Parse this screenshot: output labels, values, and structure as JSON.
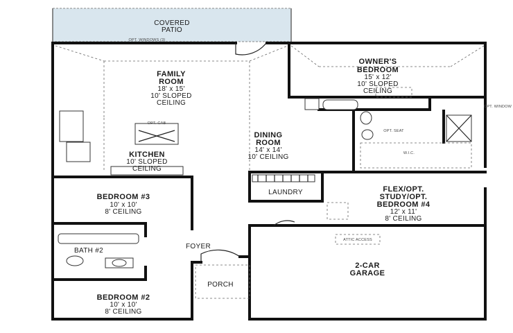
{
  "plan": {
    "covered_patio": [
      "COVERED",
      "PATIO"
    ],
    "opt_windows": "OPT. WINDOWS (3)",
    "family_room": {
      "name": "FAMILY",
      "name2": "ROOM",
      "size": "18' x 15'",
      "ceiling": "10' SLOPED",
      "ceiling2": "CEILING"
    },
    "owners_bedroom": {
      "name": "OWNER'S",
      "name2": "BEDROOM",
      "size": "15' x 12'",
      "ceiling": "10' SLOPED",
      "ceiling2": "CEILING"
    },
    "opt_window_right": "OPT. WINDOW",
    "opt_cab": "OPT. CAB",
    "dining_room": {
      "name": "DINING",
      "name2": "ROOM",
      "size": "14' x 14'",
      "ceiling": "10' CEILING"
    },
    "kitchen": {
      "name": "KITCHEN",
      "ceiling": "10' SLOPED",
      "ceiling2": "CEILING"
    },
    "opt_seat": "OPT. SEAT",
    "wic": "W.I.C.",
    "bedroom3": {
      "name": "BEDROOM #3",
      "size": "10' x 10'",
      "ceiling": "8' CEILING"
    },
    "laundry": "LAUNDRY",
    "flex": {
      "line1": "FLEX/OPT.",
      "line2": "STUDY/OPT.",
      "line3": "BEDROOM #4",
      "size": "12' x 11'",
      "ceiling": "8' CEILING"
    },
    "attic": "ATTIC ACCESS",
    "bath2": "BATH #2",
    "foyer": "FOYER",
    "garage": [
      "2-CAR",
      "GARAGE"
    ],
    "porch": "PORCH",
    "bedroom2": {
      "name": "BEDROOM #2",
      "size": "10' x 10'",
      "ceiling": "8' CEILING"
    }
  }
}
